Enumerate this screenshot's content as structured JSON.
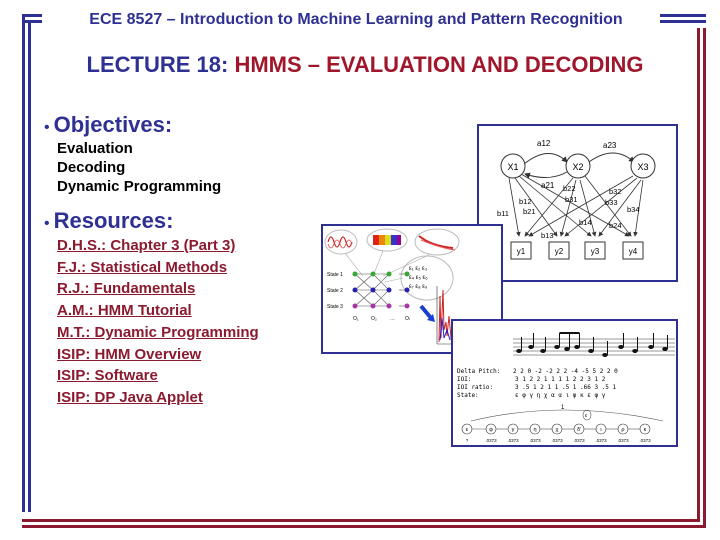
{
  "header": {
    "course_title": "ECE 8527 – Introduction to Machine Learning and Pattern Recognition"
  },
  "lecture": {
    "prefix": "LECTURE 18: ",
    "title": "HMMS – EVALUATION AND DECODING"
  },
  "objectives": {
    "heading": "Objectives:",
    "items": [
      "Evaluation",
      "Decoding",
      "Dynamic Programming"
    ]
  },
  "resources": {
    "heading": "Resources:",
    "links": [
      "D.H.S.: Chapter 3 (Part 3)",
      "F.J.: Statistical Methods",
      "R.J.: Fundamentals",
      "A.M.: HMM Tutorial",
      "M.T.: Dynamic Programming",
      "ISIP: HMM Overview",
      "ISIP: Software",
      "ISIP: DP Java Applet"
    ]
  },
  "hmm_diagram": {
    "states": [
      "X1",
      "X2",
      "X3"
    ],
    "observations": [
      "y1",
      "y2",
      "y3",
      "y4"
    ],
    "transitions": [
      "a12",
      "a21",
      "a23"
    ],
    "emissions": [
      "b11",
      "b12",
      "b14",
      "b21",
      "b22",
      "b31",
      "b32",
      "b33",
      "b34",
      "b13",
      "b24"
    ]
  },
  "trellis_figure": {
    "state_labels": [
      "State 1",
      "State 2",
      "State 3"
    ],
    "matrix": [
      "ε₁ ε₂ ε₃",
      "ε₄ ε₅ ε₆",
      "ε₇ ε₈ ε₉"
    ],
    "time_labels": [
      "O₁",
      "O₂",
      "…",
      "Oₜ"
    ]
  },
  "music_figure": {
    "rows": [
      {
        "label": "Delta Pitch:",
        "values": "2  2   0  -2  -2  2 2  -4 -5  5    2   2  0"
      },
      {
        "label": "IOI:",
        "values": "3  1  2  2  1 1 1  1 2  2    3   1  2"
      },
      {
        "label": "IOI ratio:",
        "values": "3  .5  1  2  1 1  .5 1  .66  3   .5  1"
      },
      {
        "label": "State:",
        "values": "ε  φ   γ  η  χ  α α  ι  ψ  κ   ε  φ  γ"
      }
    ],
    "chain_states": [
      "ε",
      "φ",
      "γ",
      "η",
      "χ",
      "δ'",
      "ι",
      "ρ",
      "κ"
    ],
    "chain_probs": [
      "?",
      ".0373",
      ".0373",
      ".0373",
      ".0373",
      ".0373",
      ".0373",
      ".0373",
      ".0373"
    ],
    "loop_labels": [
      "1",
      "ε"
    ]
  }
}
